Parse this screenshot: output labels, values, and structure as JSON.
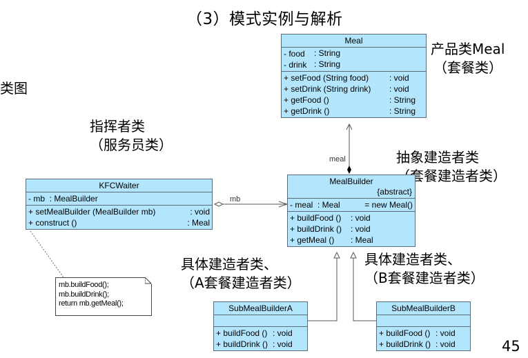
{
  "title": "（3）模式实例与解析",
  "left_fragment": "类图",
  "captions": {
    "director": [
      "指挥者类",
      "（服务员类）"
    ],
    "product": [
      "产品类Meal",
      "（套餐类）"
    ],
    "abstract_builder": [
      "抽象建造者类",
      "（套餐建造者类）"
    ],
    "concrete_a": [
      "具体建造者类、",
      "（A套餐建造者类）"
    ],
    "concrete_b": [
      "具体建造者类、",
      "（B套餐建造者类）"
    ]
  },
  "classes": {
    "meal": {
      "name": "Meal",
      "attributes": [
        {
          "name": "- food",
          "type": ": String"
        },
        {
          "name": "- drink",
          "type": ": String"
        }
      ],
      "operations": [
        {
          "name": "+ setFood (String food)",
          "type": ": void"
        },
        {
          "name": "+ setDrink (String drink)",
          "type": ": void"
        },
        {
          "name": "+ getFood ()",
          "type": ": String"
        },
        {
          "name": "+ getDrink ()",
          "type": ": String"
        }
      ]
    },
    "kfc_waiter": {
      "name": "KFCWaiter",
      "attributes": [
        {
          "name": "- mb  : MealBuilder",
          "type": ""
        }
      ],
      "operations": [
        {
          "name": "+ setMealBuilder (MealBuilder mb)",
          "type": ": void"
        },
        {
          "name": "+ construct ()",
          "type": ": Meal"
        }
      ]
    },
    "meal_builder": {
      "name": "MealBuilder",
      "stereotype": "{abstract}",
      "attributes": [
        {
          "name": "- meal  : Meal",
          "type": "= new Meal()"
        }
      ],
      "operations": [
        {
          "name": "+ buildFood ()",
          "type": ": void"
        },
        {
          "name": "+ buildDrink ()",
          "type": ": void"
        },
        {
          "name": "+ getMeal ()",
          "type": ": Meal"
        }
      ]
    },
    "sub_a": {
      "name": "SubMealBuilderA",
      "operations": [
        {
          "name": "+ buildFood ()",
          "type": ": void"
        },
        {
          "name": "+ buildDrink ()",
          "type": ": void"
        }
      ]
    },
    "sub_b": {
      "name": "SubMealBuilderB",
      "operations": [
        {
          "name": "+ buildFood ()",
          "type": ": void"
        },
        {
          "name": "+ buildDrink ()",
          "type": ": void"
        }
      ]
    }
  },
  "associations": {
    "meal_role": "meal",
    "mb_role": "mb"
  },
  "note": {
    "lines": [
      "mb.buildFood();",
      "mb.buildDrink();",
      "return mb.getMeal();"
    ]
  },
  "page_number": "45"
}
